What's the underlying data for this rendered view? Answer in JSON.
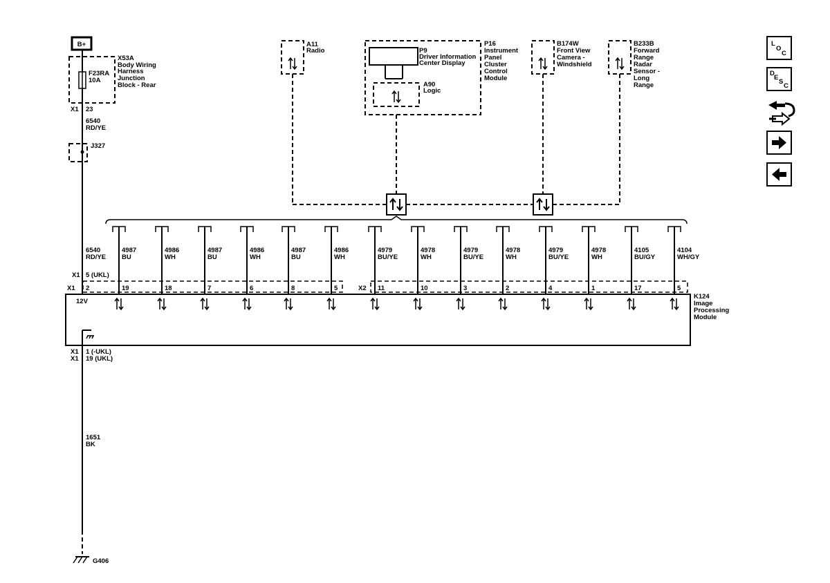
{
  "power": {
    "label": "B+"
  },
  "fuse_block": {
    "ref": "X53A",
    "desc": [
      "Body Wiring",
      "Harness",
      "Junction",
      "Block - Rear"
    ],
    "fuse_ref": "F23RA",
    "fuse_rating": "10A",
    "connector": "X1",
    "pin": "23"
  },
  "wire_top": {
    "circuit": "6540",
    "color": "RD/YE"
  },
  "splice": {
    "ref": "J327"
  },
  "radio": {
    "ref": "A11",
    "name": "Radio"
  },
  "cluster": {
    "ref": "P16",
    "name": [
      "Instrument",
      "Panel",
      "Cluster",
      "Control",
      "Module"
    ],
    "display_ref": "P9",
    "display_name": [
      "Driver Information",
      "Center Display"
    ],
    "logic_ref": "A90",
    "logic_name": "Logic"
  },
  "camera": {
    "ref": "B174W",
    "name": [
      "Front View",
      "Camera -",
      "Windshield"
    ]
  },
  "radar": {
    "ref": "B233B",
    "name": [
      "Forward",
      "Range",
      "Radar",
      "Sensor -",
      "Long",
      "Range"
    ]
  },
  "power_wire": {
    "circuit": "6540",
    "color": "RD/YE"
  },
  "data_wires": [
    {
      "circuit": "4987",
      "color": "BU",
      "pin": "19"
    },
    {
      "circuit": "4986",
      "color": "WH",
      "pin": "18"
    },
    {
      "circuit": "4987",
      "color": "BU",
      "pin": "7"
    },
    {
      "circuit": "4986",
      "color": "WH",
      "pin": "6"
    },
    {
      "circuit": "4987",
      "color": "BU",
      "pin": "8"
    },
    {
      "circuit": "4986",
      "color": "WH",
      "pin": "5"
    },
    {
      "circuit": "4979",
      "color": "BU/YE",
      "pin": "11"
    },
    {
      "circuit": "4978",
      "color": "WH",
      "pin": "10"
    },
    {
      "circuit": "4979",
      "color": "BU/YE",
      "pin": "3"
    },
    {
      "circuit": "4978",
      "color": "WH",
      "pin": "2"
    },
    {
      "circuit": "4979",
      "color": "BU/YE",
      "pin": "4"
    },
    {
      "circuit": "4978",
      "color": "WH",
      "pin": "1"
    },
    {
      "circuit": "4105",
      "color": "BU/GY",
      "pin": "17"
    },
    {
      "circuit": "4104",
      "color": "WH/GY",
      "pin": "5"
    }
  ],
  "module": {
    "ref": "K124",
    "name": [
      "Image",
      "Processing",
      "Module"
    ],
    "x1_label": "X1",
    "x2_label": "X2",
    "upper_conn": "X1",
    "upper_pin": "5 (UKL)",
    "power_pin": "2",
    "power_label": "12V",
    "ground_conn_1": "X1",
    "ground_pin_1": "1 (-UKL)",
    "ground_conn_2": "X1",
    "ground_pin_2": "19 (UKL)"
  },
  "ground_wire": {
    "circuit": "1651",
    "color": "BK"
  },
  "ground": {
    "ref": "G406"
  },
  "nav_buttons": [
    {
      "kind": "loc",
      "letters": [
        "L",
        "O",
        "C"
      ]
    },
    {
      "kind": "desc",
      "letters": [
        "D",
        "E",
        "S",
        "C"
      ]
    },
    {
      "kind": "tools"
    },
    {
      "kind": "next"
    },
    {
      "kind": "prev"
    }
  ]
}
